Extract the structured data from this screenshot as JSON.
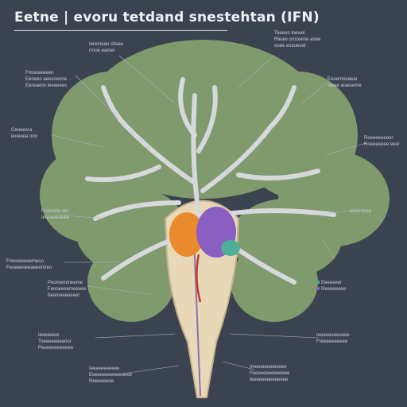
{
  "title": "Eetne | evoru tetdand snestehtan (IFN)",
  "colors": {
    "background": "#3b4250",
    "lobe": "#7f9a6c",
    "nerve": "#d6d8dc",
    "stem": "#e8d8b8",
    "orange": "#e98a2f",
    "purple": "#8a5fc2",
    "teal": "#4fae9a",
    "vessel": "#c73a2b"
  },
  "labels": {
    "top_center": [
      "Ieremean sfeiae",
      "rrnoe eamel"
    ],
    "top_right": [
      "Taeeeo loewel",
      "Rleaw ornzeene anee",
      "ooee esoueoel"
    ],
    "upper_left": [
      "Fmooeeeeen",
      "Eeoeeo aeeeseone",
      "Eereaeno ieeeeees"
    ],
    "right_1": [
      "Eeeemneaear",
      "Ieeee eiaeseme"
    ],
    "left_mid": [
      "Ceoeeera",
      "ieoeeea omr"
    ],
    "right_2": [
      "Roeeeeeeeer",
      "Roeeeeeee eeer"
    ],
    "left_lower": [
      "Freeome oer",
      "Ieooaeeaeee"
    ],
    "right_3": [
      "Ieeereeee"
    ],
    "left_4": [
      "Fmeoeeeeemeoo",
      "Feoeeeoeeaeeemreo"
    ],
    "left_5": [
      "Peomemmeeme",
      "Feooeeeemeeeee",
      "feeeneeeeeeer"
    ],
    "right_legend": [
      "Eeeeeeer",
      "Reeeeeeee"
    ],
    "left_6": [
      "Ieeeeeeer",
      "Toeeeeeeeeoor",
      "Peeeeeeeeeeee"
    ],
    "right_6": [
      "Ieeeeeeeeeeee",
      "Freeeeeeeeee"
    ],
    "bottom_left": [
      "Ieeeeeeeeeee",
      "Eeeeeeeeeeeeeeoe",
      "Reeeeeeee"
    ],
    "bottom_center": [
      "Imeeeeeeeeeeee",
      "Feeeeeeeeeeeeee",
      "feeeeeeeeeeeeee"
    ]
  }
}
